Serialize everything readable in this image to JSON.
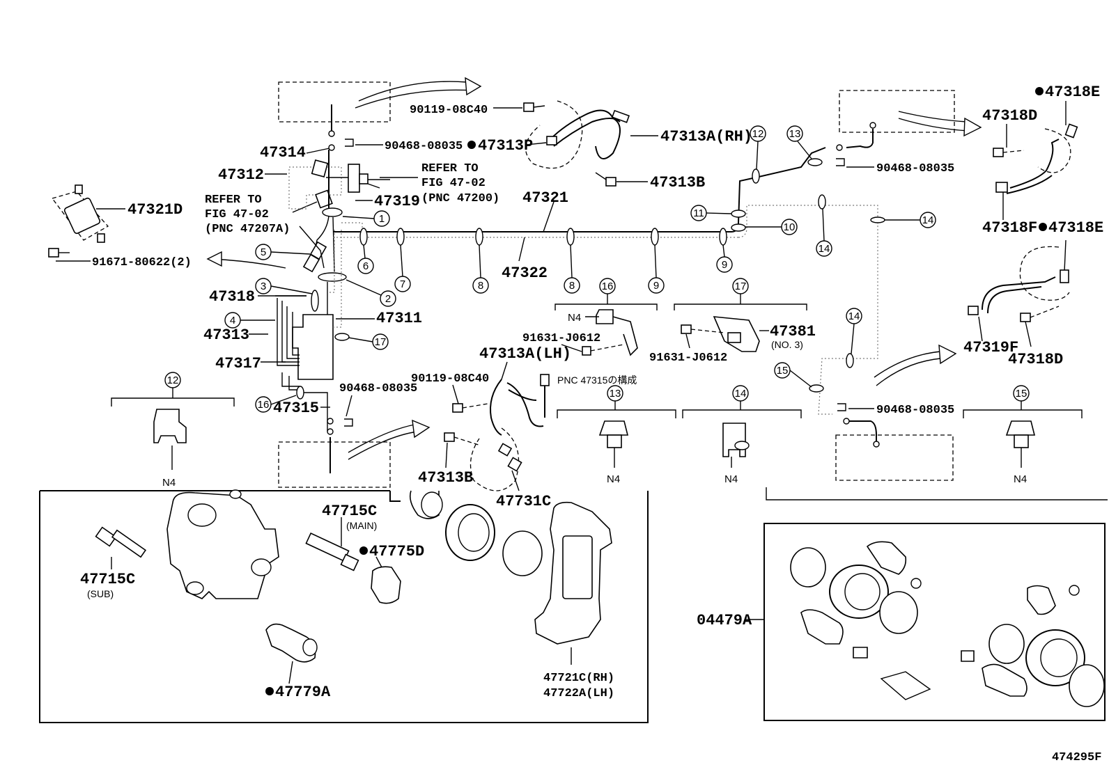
{
  "diagram": {
    "figure_id": "474295F",
    "labels": {
      "l_90119_top": "90119-08C40",
      "l_90468_top": "90468-08035",
      "l_47313P": "47313P",
      "l_47313A_RH": "47313A(RH)",
      "l_47313B_top": "47313B",
      "l_47314": "47314",
      "l_47312": "47312",
      "l_47319": "47319",
      "l_47321D": "47321D",
      "l_91671": "91671-80622(2)",
      "l_47318": "47318",
      "l_47313": "47313",
      "l_47317": "47317",
      "l_47311": "47311",
      "l_47315": "47315",
      "l_90468_left": "90468-08035",
      "l_47321": "47321",
      "l_47322": "47322",
      "l_91631_a": "91631-J0612",
      "l_91631_b": "91631-J0612",
      "l_47381": "47381",
      "l_47313A_LH": "47313A(LH)",
      "l_90119_bot": "90119-08C40",
      "l_pnc47315": "PNC 47315の構成",
      "l_47313B_bot": "47313B",
      "l_47731C": "47731C",
      "l_47715C_main": "47715C",
      "l_47775D": "47775D",
      "l_47715C_sub": "47715C",
      "l_47779A": "47779A",
      "l_47721C": "47721C(RH)",
      "l_47722A": "47722A(LH)",
      "l_04479A": "04479A",
      "l_90468_right_top": "90468-08035",
      "l_90468_right_bot": "90468-08035",
      "l_47318E_a": "47318E",
      "l_47318D_a": "47318D",
      "l_47318F": "47318F",
      "l_47318E_b": "47318E",
      "l_47319F": "47319F",
      "l_47318D_b": "47318D",
      "l_N4_a": "N4",
      "l_N4_b": "N4",
      "l_N4_c": "N4",
      "l_N4_d": "N4",
      "l_N4_e": "N4"
    },
    "notes": {
      "ref1_line1": "REFER TO",
      "ref1_line2": "FIG 47-02",
      "ref1_line3": "(PNC 47200)",
      "ref2_line1": "REFER TO",
      "ref2_line2": "FIG 47-02",
      "ref2_line3": "(PNC 47207A)",
      "main_note": "(MAIN)",
      "sub_note": "(SUB)",
      "no3_note": "(NO. 3)"
    },
    "clamp_callouts": [
      "1",
      "2",
      "3",
      "4",
      "5",
      "6",
      "7",
      "8",
      "9",
      "10",
      "11",
      "12",
      "13",
      "14",
      "15",
      "16",
      "17"
    ],
    "callout_texts": {
      "c1": "1",
      "c2": "2",
      "c3": "3",
      "c4": "4",
      "c5": "5",
      "c6": "6",
      "c7": "7",
      "c8": "8",
      "c9a": "9",
      "c9b": "9",
      "c10": "10",
      "c11": "11",
      "c12a": "12",
      "c12b": "12",
      "c13a": "13",
      "c13b": "13",
      "c14a": "14",
      "c14b": "14",
      "c14c": "14",
      "c14d": "14",
      "c15a": "15",
      "c15b": "15",
      "c16a": "16",
      "c16b": "16",
      "c17a": "17",
      "c17b": "17",
      "c8b": "8"
    }
  }
}
